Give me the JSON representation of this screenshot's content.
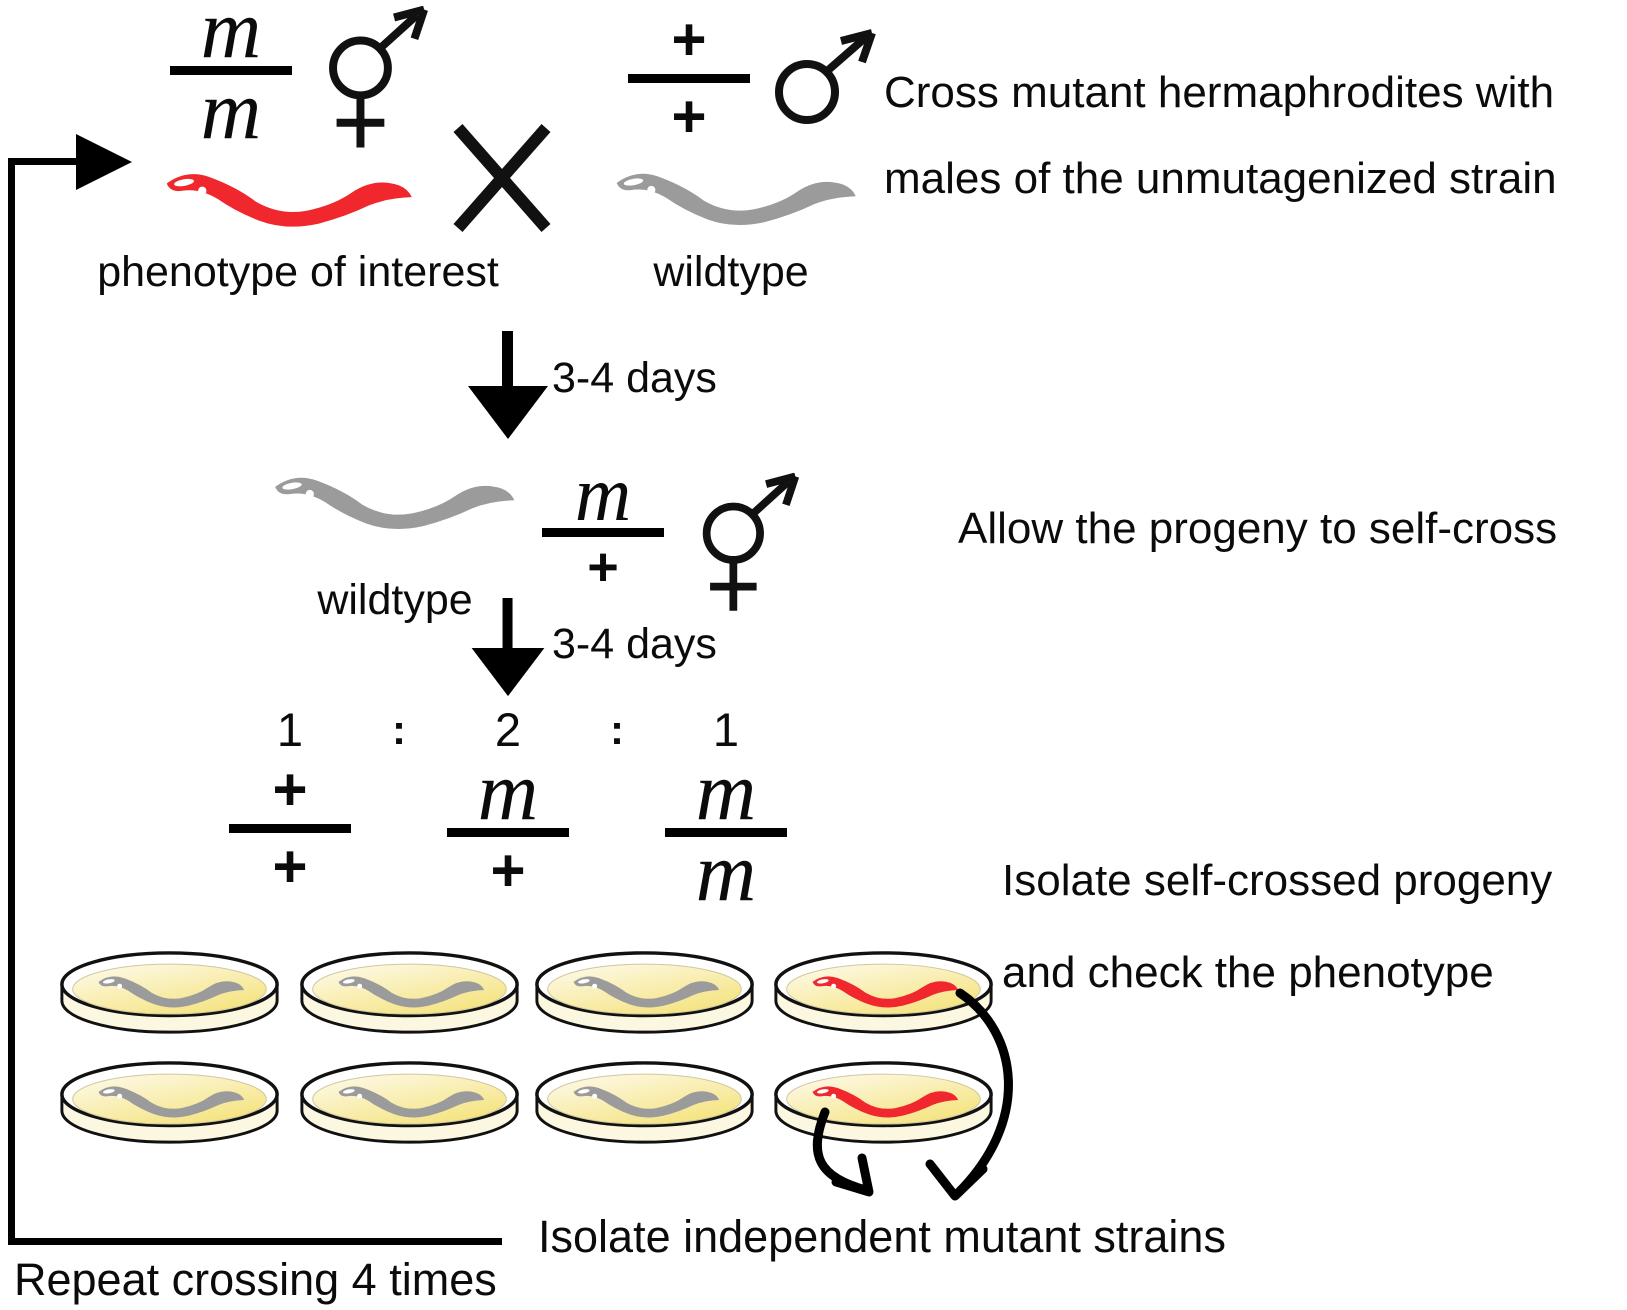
{
  "cross": {
    "herm_genotype": {
      "top": "m",
      "bottom": "m"
    },
    "herm_label": "phenotype of interest",
    "male_genotype": {
      "top": "+",
      "bottom": "+"
    },
    "male_label": "wildtype",
    "annotation_line1": "Cross mutant hermaphrodites with",
    "annotation_line2": "males of the unmutagenized strain"
  },
  "arrow1_label": "3-4 days",
  "f1": {
    "worm_label": "wildtype",
    "genotype": {
      "top": "m",
      "bottom": "+"
    },
    "annotation": "Allow the progeny to self-cross"
  },
  "arrow2_label": "3-4 days",
  "segregation": {
    "ratios": [
      "1",
      "2",
      "1"
    ],
    "colon": ":",
    "genotypes": [
      {
        "top": "+",
        "bottom": "+"
      },
      {
        "top": "m",
        "bottom": "+"
      },
      {
        "top": "m",
        "bottom": "m"
      }
    ],
    "annotation_line1": "Isolate self-crossed progeny",
    "annotation_line2": "and check the phenotype"
  },
  "isolate_label": "Isolate independent mutant strains",
  "repeat_label": "Repeat crossing 4 times",
  "dishes": {
    "grid": [
      [
        "gray",
        "gray",
        "gray",
        "red"
      ],
      [
        "gray",
        "gray",
        "gray",
        "red"
      ]
    ]
  },
  "colors": {
    "mutant_worm": "#f0282d",
    "wildtype_worm": "#9b9b9b",
    "agar_light": "#fdfaec",
    "agar_dark": "#f5e37e",
    "line": "#000000"
  }
}
